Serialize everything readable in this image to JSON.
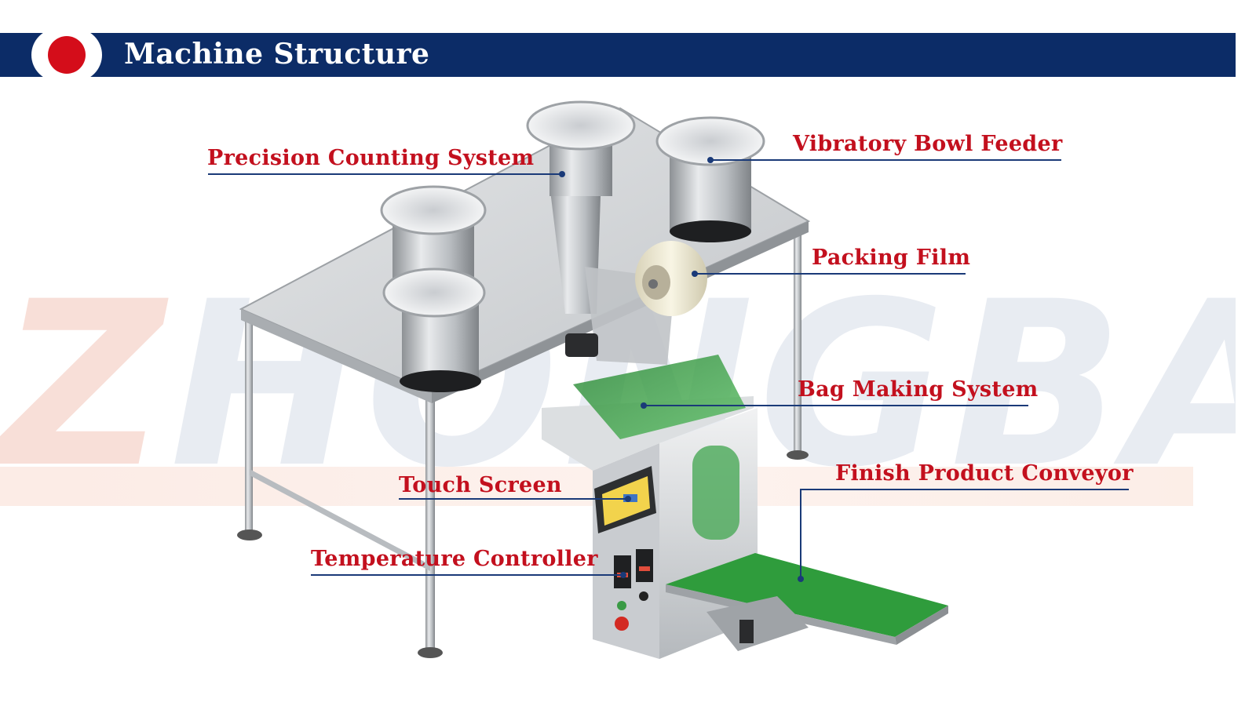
{
  "header": {
    "title": "Machine Structure"
  },
  "watermark": {
    "first": "Z",
    "rest": "HONGBAI"
  },
  "callouts": [
    {
      "id": "precision-counting-system",
      "label": "Precision Counting System"
    },
    {
      "id": "vibratory-bowl-feeder",
      "label": "Vibratory Bowl Feeder"
    },
    {
      "id": "packing-film",
      "label": "Packing Film"
    },
    {
      "id": "bag-making-system",
      "label": "Bag Making System"
    },
    {
      "id": "finish-product-conveyor",
      "label": "Finish Product Conveyor"
    },
    {
      "id": "touch-screen",
      "label": "Touch Screen"
    },
    {
      "id": "temperature-controller",
      "label": "Temperature Controller"
    }
  ],
  "colors": {
    "header_bar": "#0c2c67",
    "header_dot": "#d40d1a",
    "label_text": "#c3101e",
    "leader_line": "#1a3a78"
  }
}
